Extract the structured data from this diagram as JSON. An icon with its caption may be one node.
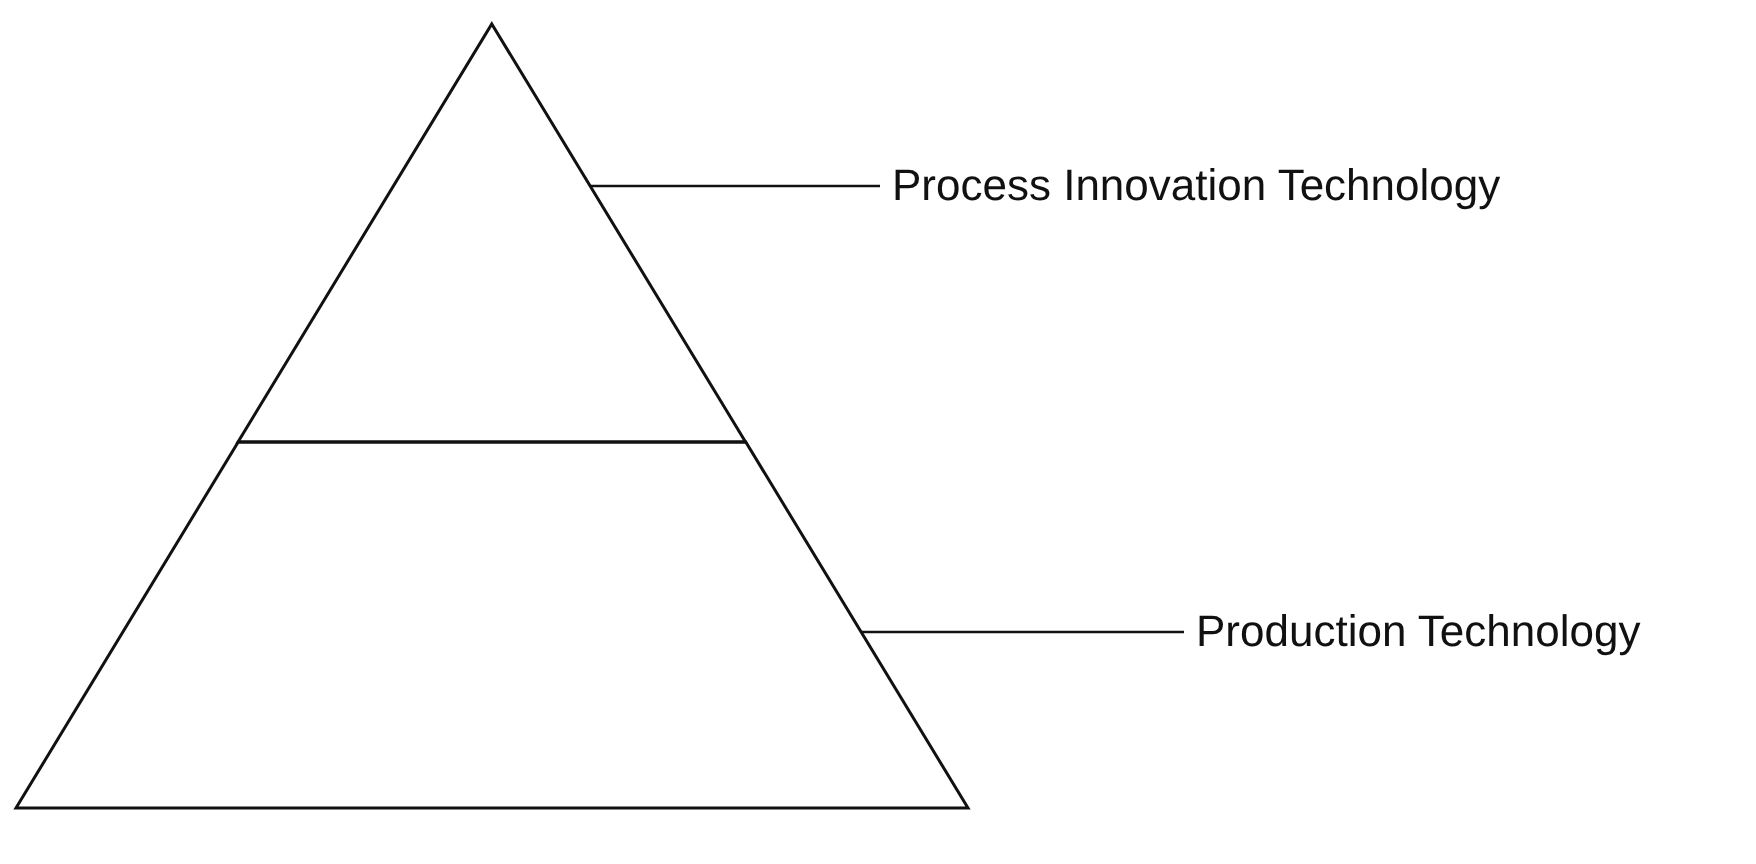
{
  "diagram": {
    "nodes": [
      {
        "text": [],
        "shape": "triangle"
      },
      {
        "text": [
          "Process Innovation Technology"
        ]
      },
      {
        "text": [],
        "shape": "trapezoid"
      },
      {
        "text": [
          "Production Technology"
        ]
      }
    ],
    "edges": [
      {
        "from": 1,
        "to": 0,
        "arrow": "none"
      },
      {
        "from": 3,
        "to": 2,
        "arrow": "none"
      }
    ]
  }
}
